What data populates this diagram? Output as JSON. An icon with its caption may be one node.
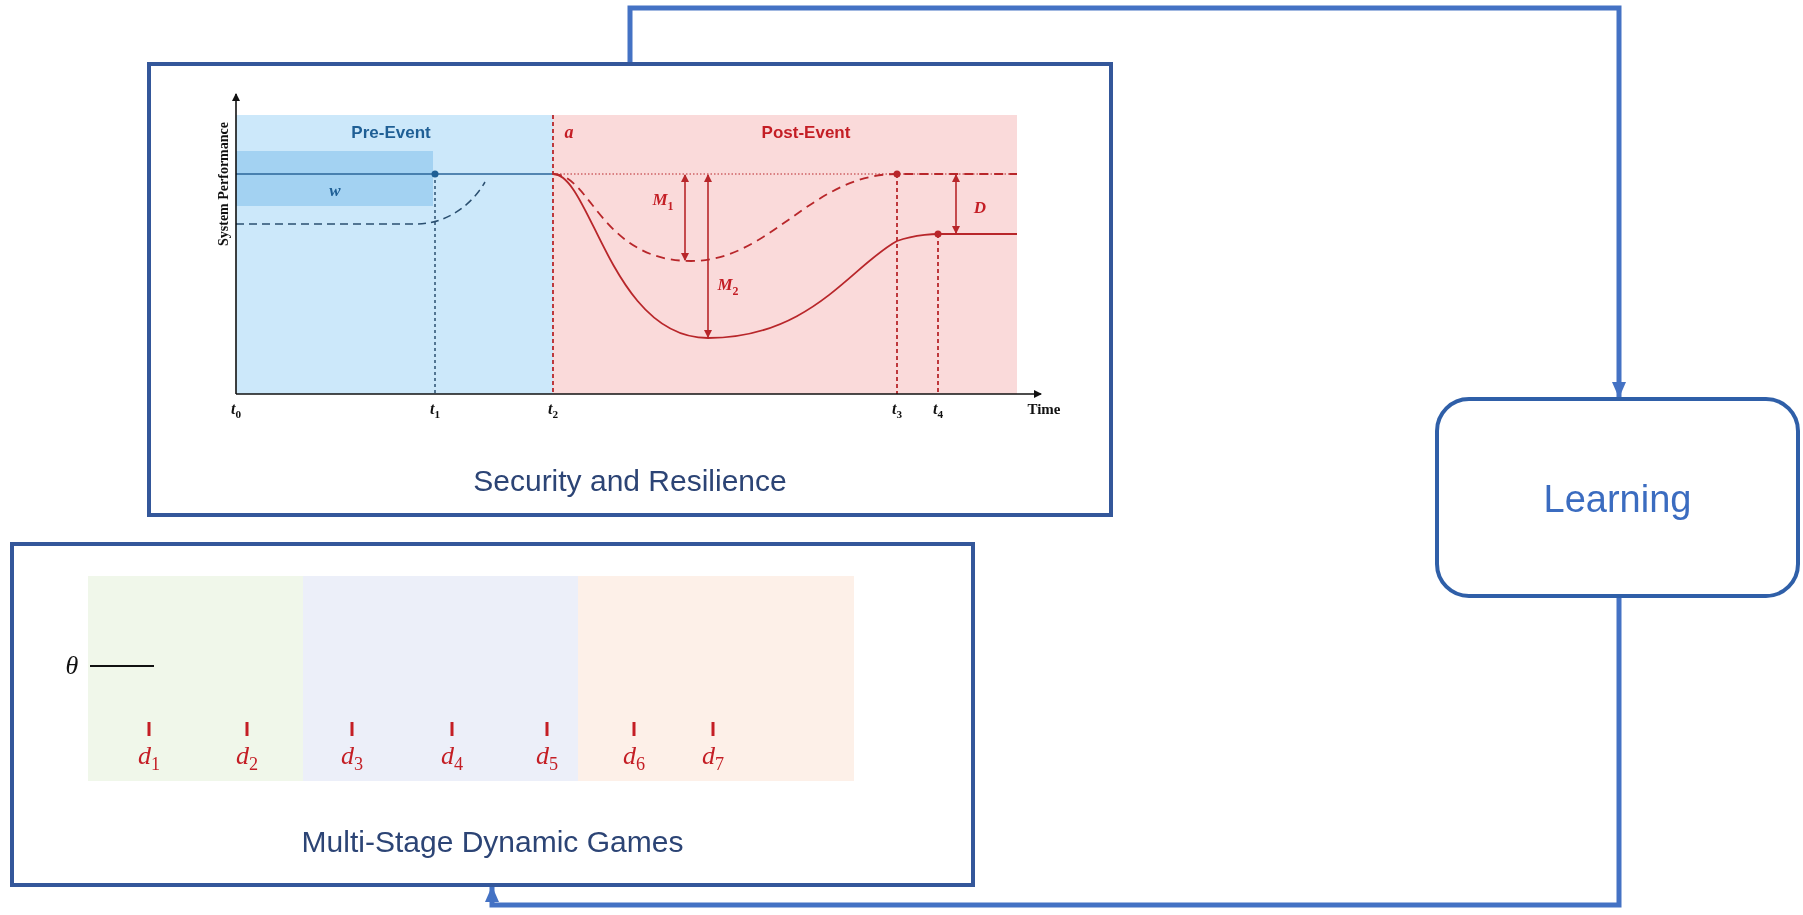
{
  "diagram": {
    "nodes": [
      {
        "text": [
          "Multi-Stage Dynamic Games"
        ]
      },
      {
        "text": [
          "Security and Resilience"
        ]
      },
      {
        "text": [
          "Learning"
        ]
      }
    ],
    "edges": [
      {
        "from": 1,
        "to": 2,
        "arrow": "to"
      },
      {
        "from": 2,
        "to": 0,
        "arrow": "to"
      }
    ],
    "labels": [
      "System Performance",
      "Pre-Event",
      "a",
      "Post-Event",
      "w",
      "M$_{1}$",
      "D",
      "M$_{2}$",
      "t$_{0}$",
      "t$_{1}$",
      "t$_{2}$",
      "t$_{3}$",
      "t$_{4}$",
      "Time",
      "θ",
      "d$_{1}$",
      "d$_{2}$",
      "d$_{3}$",
      "d$_{4}$",
      "d$_{5}$",
      "d$_{6}$",
      "d$_{7}$"
    ]
  }
}
